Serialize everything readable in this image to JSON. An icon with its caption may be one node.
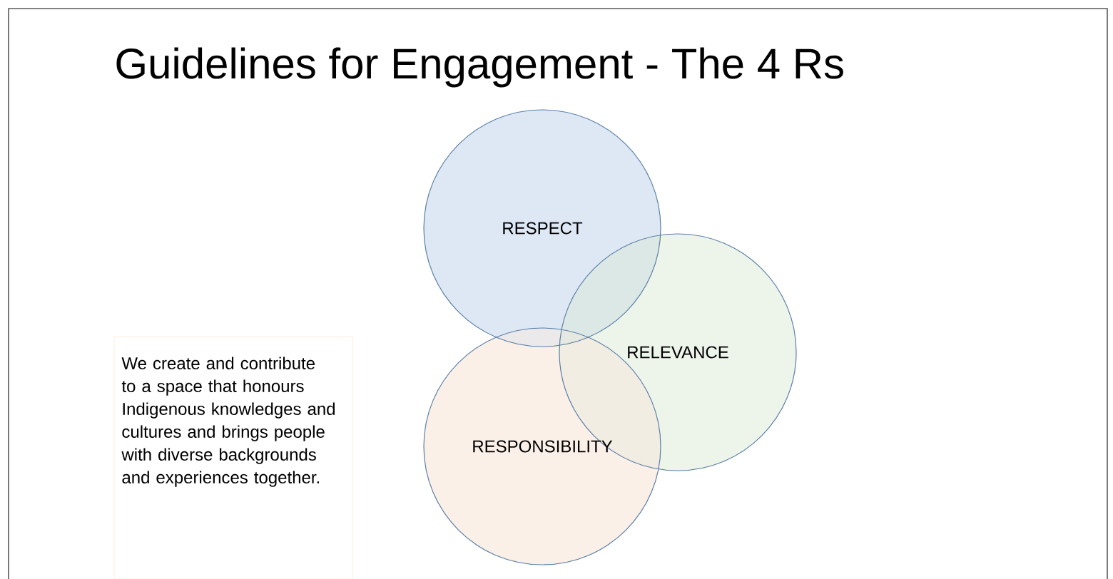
{
  "diagram": {
    "title": "Guidelines for Engagement - The 4 Rs",
    "nodes": [
      {
        "text": [
          "RESPECT"
        ]
      },
      {
        "text": [
          "RELEVANCE"
        ]
      },
      {
        "text": [
          "RESPONSIBILITY"
        ]
      },
      {
        "text": [
          "We create and contribute to a space that honours Indigenous knowledges and cultures and brings people with diverse backgrounds and experiences together."
        ]
      }
    ]
  }
}
